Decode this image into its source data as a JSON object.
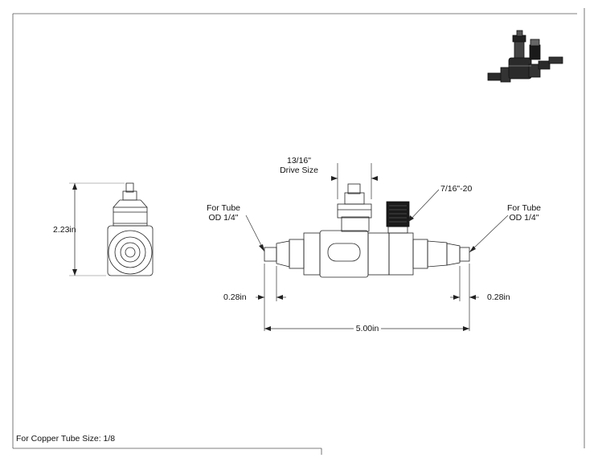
{
  "labels": {
    "drive_size_value": "13/16\"",
    "drive_size_caption": "Drive Size",
    "thread": "7/16\"-20",
    "tube_left_line1": "For Tube",
    "tube_left_line2": "OD 1/4\"",
    "tube_right_line1": "For Tube",
    "tube_right_line2": "OD 1/4\"",
    "height_dim": "2.23in",
    "left_end_dim": "0.28in",
    "right_end_dim": "0.28in",
    "overall_length_dim": "5.00in"
  },
  "footer": {
    "copper_tube_size": "For Copper Tube Size: 1/8"
  },
  "colors": {
    "line": "#222222",
    "cap": "#1a1a1a",
    "iso_body": "#2a2a2a"
  }
}
